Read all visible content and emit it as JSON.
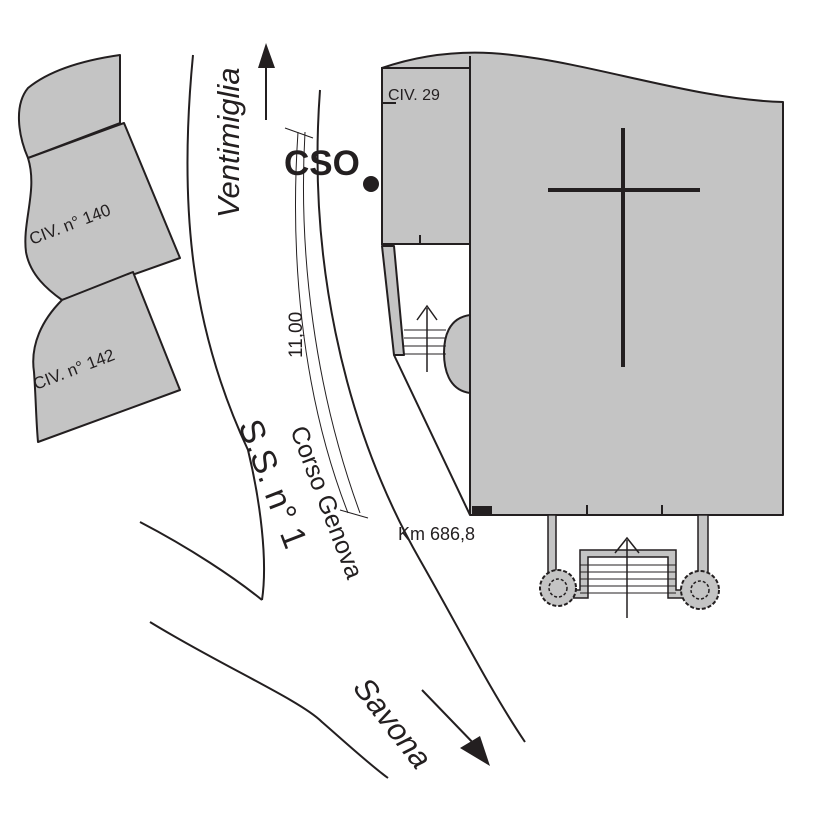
{
  "map": {
    "labels": {
      "civ_140": "CIV. n° 140",
      "civ_142": "CIV. n° 142",
      "civ_29": "CIV. 29",
      "cso": "CSO",
      "ventimiglia": "Ventimiglia",
      "width": "11,00",
      "ss1": "S.S. n° 1",
      "corso_genova": "Corso Genova",
      "savona": "Savona",
      "km": "Km 686,8"
    },
    "colors": {
      "building_fill": "#c4c4c4",
      "ink": "#231f20",
      "background": "#ffffff"
    },
    "icons": [
      "cross-icon",
      "north-arrow-icon",
      "south-arrow-icon",
      "entrance-arrow-icon",
      "shrub-icon",
      "location-dot-icon"
    ]
  }
}
